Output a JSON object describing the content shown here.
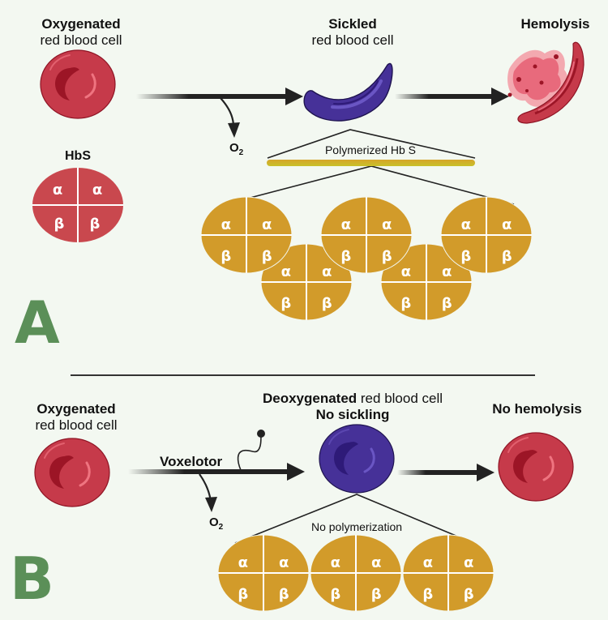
{
  "panel_a": {
    "letter": "A",
    "oxygenated": {
      "bold": "Oxygenated",
      "normal": "red blood cell"
    },
    "sickled": {
      "bold": "Sickled",
      "normal": "red blood cell"
    },
    "hemolysis": "Hemolysis",
    "o2_label": "O",
    "o2_sub": "2",
    "hbs_label": "HbS",
    "polymer_label": "Polymerized Hb S",
    "subunits": {
      "alpha": "α",
      "beta": "β"
    },
    "polymer_tetramer_count": 5
  },
  "panel_b": {
    "letter": "B",
    "oxygenated": {
      "bold": "Oxygenated",
      "normal": "red blood cell"
    },
    "deoxygenated": {
      "bold": "Deoxygenated",
      "normal": " red blood cell",
      "line2": "No sickling"
    },
    "no_hemolysis": "No hemolysis",
    "drug_label": "Voxelotor",
    "o2_label": "O",
    "o2_sub": "2",
    "no_polymer_label": "No polymerization",
    "tetramer_count": 3
  },
  "colors": {
    "background": "#f3f8f1",
    "rbc_red": "#c63a4a",
    "rbc_dark": "#9c1526",
    "deoxy_purple": "#463198",
    "hbs_red": "#c9484e",
    "hb_gold": "#d29b2a",
    "polymer_bar": "#c8c12a",
    "panel_letter_green": "#5b8f58"
  }
}
